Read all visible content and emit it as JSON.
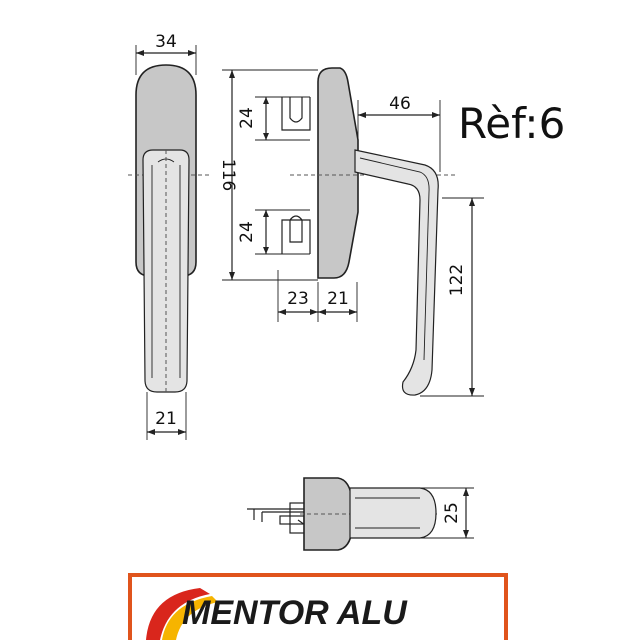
{
  "reference": "Rèf:6",
  "dimensions": {
    "width_top": "34",
    "width_bottom": "21",
    "height_total": "116",
    "slot_upper": "24",
    "slot_lower": "24",
    "depth_a": "23",
    "depth_b": "21",
    "handle_reach": "46",
    "handle_length": "122",
    "bottom_height": "25"
  },
  "brand": {
    "name": "MENTOR ALU",
    "colors": {
      "border": "#e0541c",
      "swoosh_red": "#d9261c",
      "swoosh_yellow": "#f6b400"
    }
  }
}
